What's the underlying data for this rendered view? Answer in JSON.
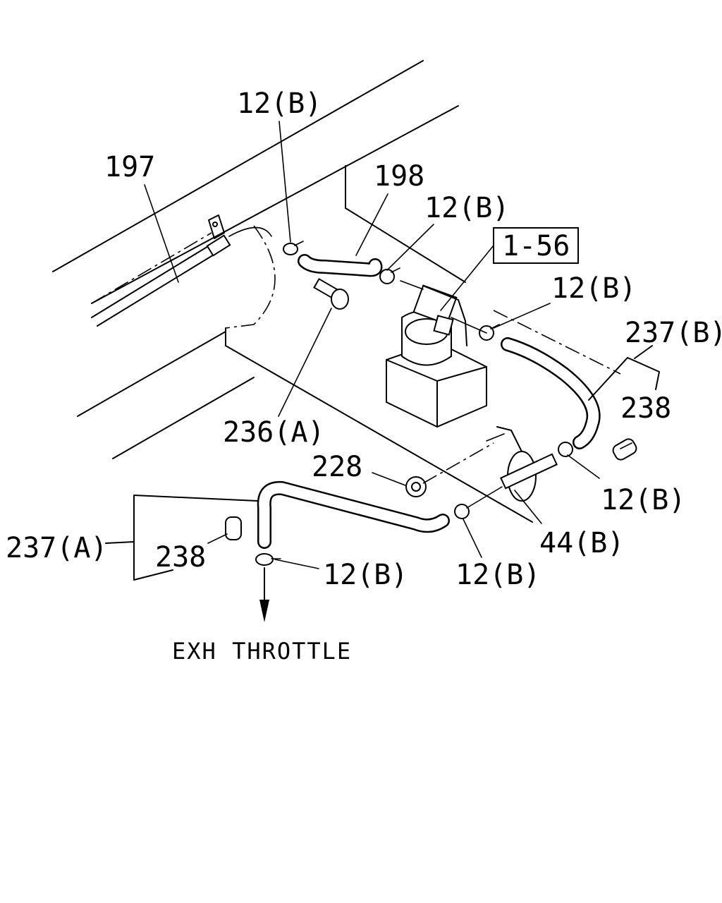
{
  "labels": {
    "clamp_top_left": "12(B)",
    "pipe_197": "197",
    "hose_198": "198",
    "clamp_top_mid": "12(B)",
    "ref_box": "1-56",
    "clamp_right": "12(B)",
    "hose_237b": "237(B)",
    "plug_238_right": "238",
    "bolt_236a": "236(A)",
    "nut_228": "228",
    "clamp_lower_right": "12(B)",
    "connector_44b": "44(B)",
    "hose_237a": "237(A)",
    "plug_238_left": "238",
    "clamp_bottom_left": "12(B)",
    "clamp_bottom_mid": "12(B)"
  },
  "destination": "EXH THROTTLE"
}
